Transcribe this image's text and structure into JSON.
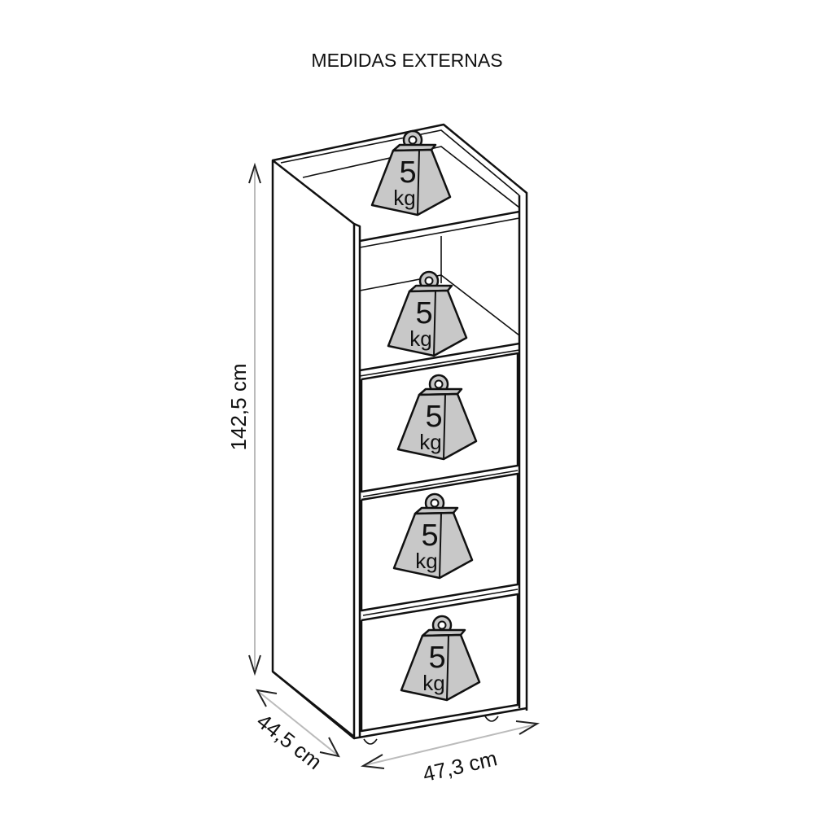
{
  "title": "MEDIDAS EXTERNAS",
  "dimensions": {
    "height": "142,5 cm",
    "depth": "44,5 cm",
    "width": "47,3 cm"
  },
  "weights": [
    {
      "number": "5",
      "unit": "kg"
    },
    {
      "number": "5",
      "unit": "kg"
    },
    {
      "number": "5",
      "unit": "kg"
    },
    {
      "number": "5",
      "unit": "kg"
    },
    {
      "number": "5",
      "unit": "kg"
    }
  ],
  "colors": {
    "weight_fill": "#c8c8c8",
    "line": "#111111",
    "dimension_line": "#bbbbbb"
  }
}
